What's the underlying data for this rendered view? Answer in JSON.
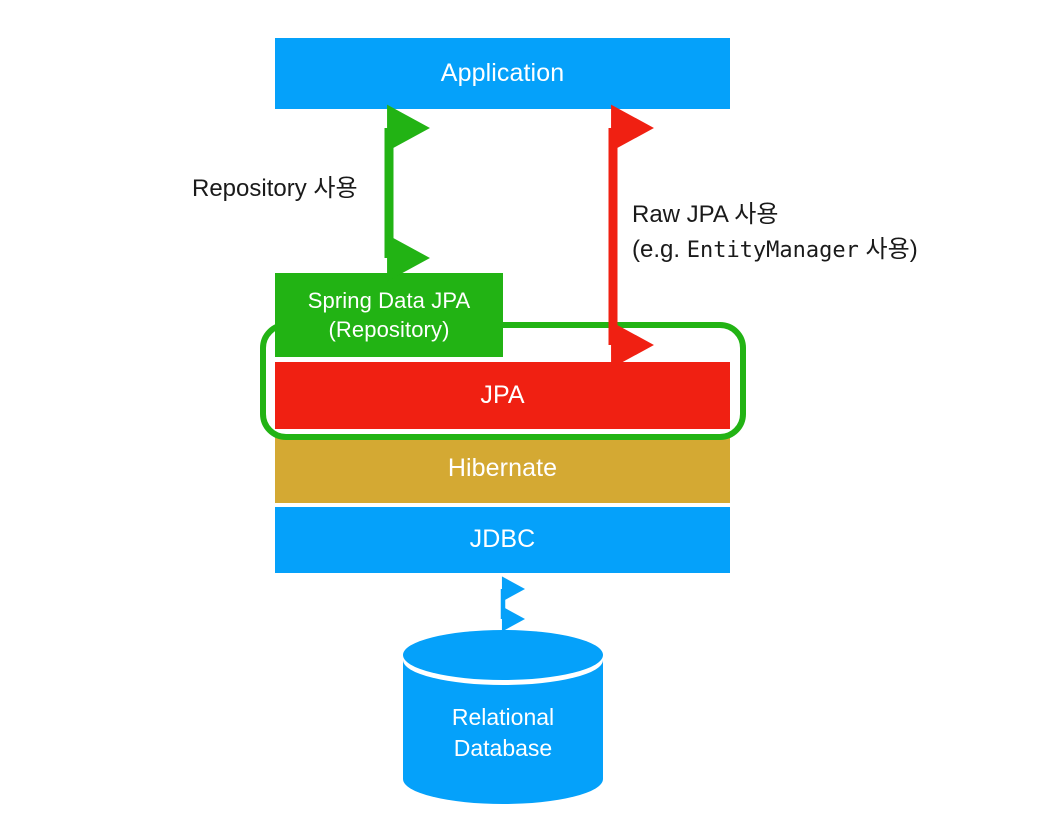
{
  "diagram": {
    "title": "Spring Data JPA / JPA / Hibernate / JDBC layered architecture",
    "type": "layered-stack-diagram",
    "colors": {
      "blue": "#05A1FA",
      "green": "#22B314",
      "red": "#F02012",
      "gold": "#D4A933",
      "text_dark": "#1a1a1a",
      "text_light": "#ffffff",
      "background": "#ffffff"
    },
    "boxes": {
      "application": "Application",
      "spring_data_jpa_line1": "Spring Data JPA",
      "spring_data_jpa_line2": "(Repository)",
      "jpa": "JPA",
      "hibernate": "Hibernate",
      "jdbc": "JDBC",
      "database_line1": "Relational",
      "database_line2": "Database"
    },
    "annotations": {
      "repository_usage": "Repository 사용",
      "raw_jpa_usage": "Raw JPA 사용",
      "raw_jpa_example_prefix": "(e.g. ",
      "raw_jpa_example_code": "EntityManager",
      "raw_jpa_example_suffix": " 사용)"
    },
    "connectors": [
      {
        "name": "application-to-spring-data-jpa",
        "style": "double-headed-arrow",
        "color": "#22B314",
        "from": "Application",
        "to": "Spring Data JPA (Repository)",
        "label": "Repository 사용"
      },
      {
        "name": "application-to-jpa",
        "style": "double-headed-arrow",
        "color": "#F02012",
        "from": "Application",
        "to": "JPA",
        "label": "Raw JPA 사용 (e.g. EntityManager 사용)"
      },
      {
        "name": "jdbc-to-database",
        "style": "double-headed-arrow",
        "color": "#05A1FA",
        "from": "JDBC",
        "to": "Relational Database",
        "label": ""
      }
    ],
    "grouping": {
      "name": "jpa-abstraction-group",
      "color": "#22B314",
      "shape": "rounded-rectangle",
      "members": [
        "Spring Data JPA (Repository)",
        "JPA"
      ]
    }
  }
}
